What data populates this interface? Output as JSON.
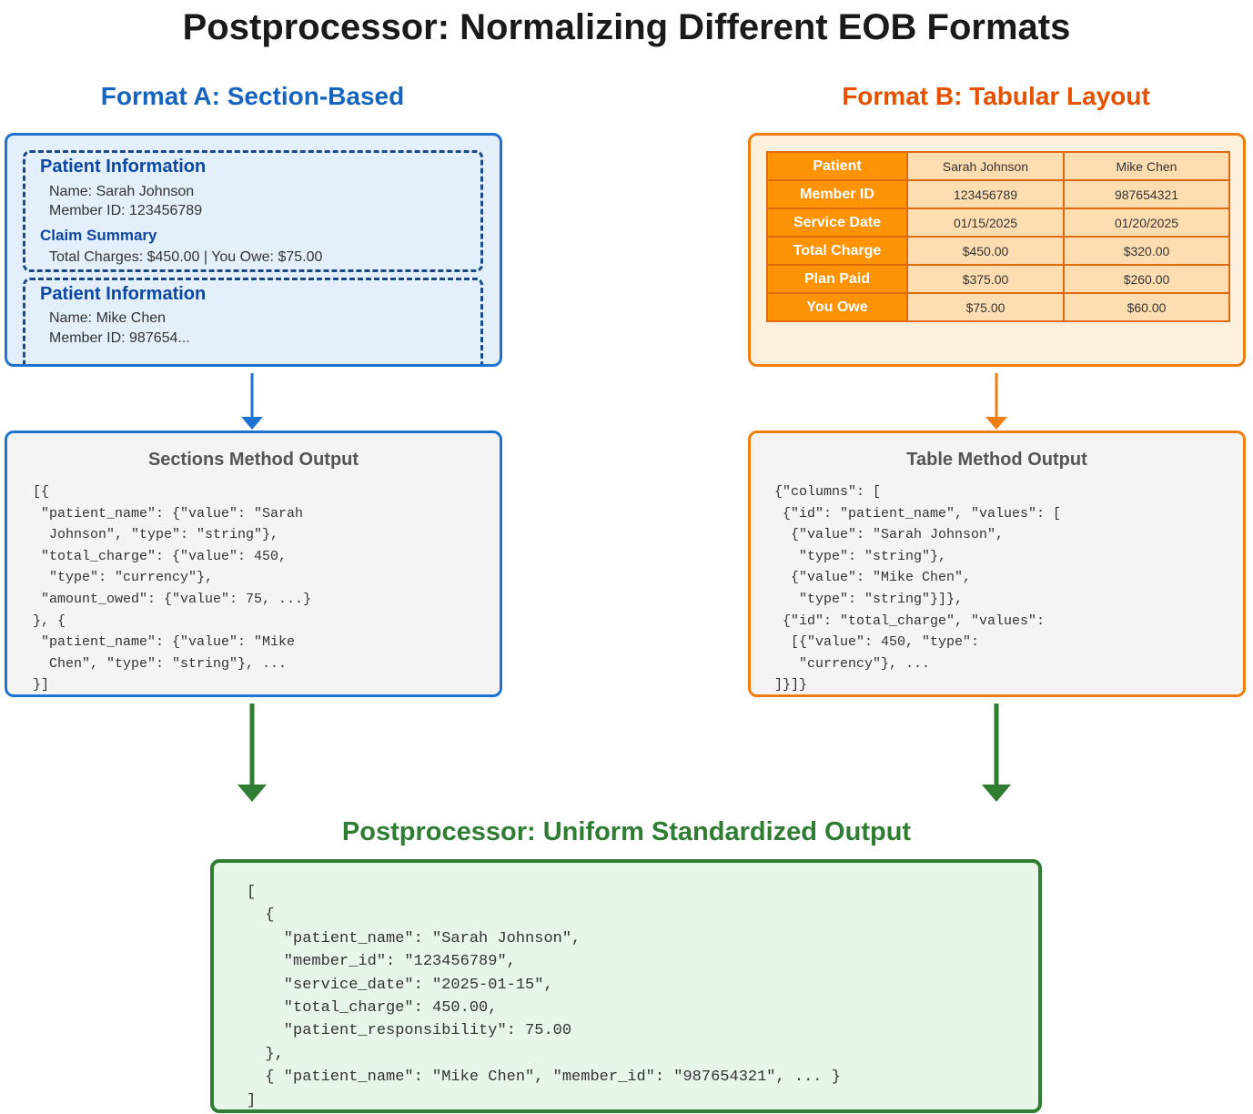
{
  "title": "Postprocessor: Normalizing Different EOB Formats",
  "format_a": {
    "title": "Format A: Section-Based",
    "sections": [
      {
        "heading": "Patient Information",
        "lines": [
          "Name: Sarah Johnson",
          "Member ID: 123456789"
        ],
        "subheading": "Claim Summary",
        "sub_lines": [
          "Total Charges: $450.00 | You Owe: $75.00"
        ]
      },
      {
        "heading": "Patient Information",
        "lines": [
          "Name: Mike Chen",
          "Member ID: 987654..."
        ]
      }
    ]
  },
  "format_b": {
    "title": "Format B: Tabular Layout",
    "table": [
      [
        "Patient",
        "Sarah Johnson",
        "Mike Chen"
      ],
      [
        "Member ID",
        "123456789",
        "987654321"
      ],
      [
        "Service Date",
        "01/15/2025",
        "01/20/2025"
      ],
      [
        "Total Charge",
        "$450.00",
        "$320.00"
      ],
      [
        "Plan Paid",
        "$375.00",
        "$260.00"
      ],
      [
        "You Owe",
        "$75.00",
        "$60.00"
      ]
    ]
  },
  "sections_output": {
    "title": "Sections Method Output",
    "code": "[{\n \"patient_name\": {\"value\": \"Sarah\n  Johnson\", \"type\": \"string\"},\n \"total_charge\": {\"value\": 450,\n  \"type\": \"currency\"},\n \"amount_owed\": {\"value\": 75, ...}\n}, {\n \"patient_name\": {\"value\": \"Mike\n  Chen\", \"type\": \"string\"}, ...\n}]"
  },
  "table_output": {
    "title": "Table Method Output",
    "code": "{\"columns\": [\n {\"id\": \"patient_name\", \"values\": [\n  {\"value\": \"Sarah Johnson\",\n   \"type\": \"string\"},\n  {\"value\": \"Mike Chen\",\n   \"type\": \"string\"}]},\n {\"id\": \"total_charge\", \"values\":\n  [{\"value\": 450, \"type\":\n   \"currency\"}, ...\n]}]}"
  },
  "final": {
    "title": "Postprocessor: Uniform Standardized Output",
    "code": "[\n  {\n    \"patient_name\": \"Sarah Johnson\",\n    \"member_id\": \"123456789\",\n    \"service_date\": \"2025-01-15\",\n    \"total_charge\": 450.00,\n    \"patient_responsibility\": 75.00\n  },\n  { \"patient_name\": \"Mike Chen\", \"member_id\": \"987654321\", ... }\n]"
  },
  "colors": {
    "format_a": "#1e73d0",
    "format_b": "#f07d10",
    "final": "#2e7d32",
    "table_header": "#ff9306",
    "table_cell": "#fedeb0"
  }
}
